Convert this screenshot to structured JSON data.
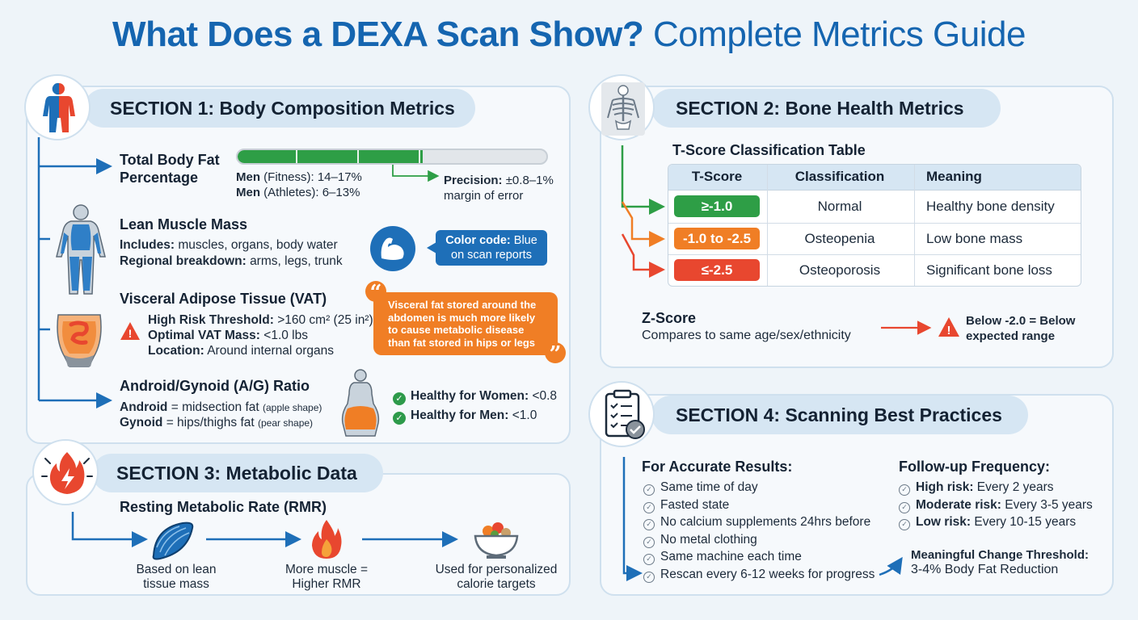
{
  "title": {
    "bold": "What Does a DEXA Scan Show?",
    "light": "Complete Metrics Guide"
  },
  "section1": {
    "heading": "SECTION 1: Body Composition Metrics",
    "body_fat": {
      "title_line1": "Total Body Fat",
      "title_line2": "Percentage",
      "progress": 0.6,
      "men_fitness_label": "Men",
      "men_fitness_value": "(Fitness): 14–17%",
      "men_athletes_label": "Men",
      "men_athletes_value": "(Athletes): 6–13%",
      "precision_label": "Precision:",
      "precision_value": "±0.8–1%",
      "precision_line2": "margin of error"
    },
    "lean": {
      "title": "Lean Muscle Mass",
      "includes_label": "Includes:",
      "includes_value": "muscles, organs, body water",
      "regional_label": "Regional breakdown:",
      "regional_value": "arms, legs, trunk",
      "color_code_label": "Color code:",
      "color_code_value": "Blue",
      "color_code_line2": "on scan reports"
    },
    "vat": {
      "title": "Visceral Adipose Tissue (VAT)",
      "threshold_label": "High Risk Threshold:",
      "threshold_value": ">160 cm² (25 in²)",
      "optimal_label": "Optimal VAT Mass:",
      "optimal_value": "<1.0 lbs",
      "location_label": "Location:",
      "location_value": "Around internal organs",
      "quote_line1": "Visceral fat stored around the",
      "quote_line2": "abdomen is much more likely",
      "quote_line3": "to cause metabolic disease",
      "quote_line4": "than fat stored in hips or legs"
    },
    "ag": {
      "title": "Android/Gynoid (A/G) Ratio",
      "android_label": "Android",
      "android_value": "= midsection fat",
      "android_note": "(apple shape)",
      "gynoid_label": "Gynoid",
      "gynoid_value": "= hips/thighs fat",
      "gynoid_note": "(pear shape)",
      "women_label": "Healthy for Women:",
      "women_value": "<0.8",
      "men_label": "Healthy for Men:",
      "men_value": "<1.0"
    }
  },
  "section2": {
    "heading": "SECTION 2: Bone Health Metrics",
    "table_title": "T-Score Classification Table",
    "columns": [
      "T-Score",
      "Classification",
      "Meaning"
    ],
    "rows": [
      {
        "score": "≥-1.0",
        "classification": "Normal",
        "meaning": "Healthy bone density",
        "color": "#2e9e46"
      },
      {
        "score": "-1.0 to -2.5",
        "classification": "Osteopenia",
        "meaning": "Low bone mass",
        "color": "#f07e25"
      },
      {
        "score": "≤-2.5",
        "classification": "Osteoporosis",
        "meaning": "Significant bone loss",
        "color": "#e8472f"
      }
    ],
    "zscore_title": "Z-Score",
    "zscore_desc": "Compares to same age/sex/ethnicity",
    "zscore_warn_line1": "Below -2.0 = Below",
    "zscore_warn_line2": "expected range"
  },
  "section3": {
    "heading": "SECTION 3: Metabolic Data",
    "rmr_title": "Resting Metabolic Rate (RMR)",
    "step1_line1": "Based on lean",
    "step1_line2": "tissue mass",
    "step2_line1": "More muscle =",
    "step2_line2": "Higher RMR",
    "step3_line1": "Used for personalized",
    "step3_line2": "calorie targets"
  },
  "section4": {
    "heading": "SECTION 4: Scanning Best Practices",
    "accurate_title": "For Accurate Results:",
    "accurate_items": [
      "Same time of day",
      "Fasted state",
      "No calcium supplements 24hrs before",
      "No metal clothing",
      "Same machine each time",
      "Rescan every 6-12 weeks for progress"
    ],
    "followup_title": "Follow-up Frequency:",
    "followup_items": [
      {
        "label": "High risk:",
        "value": "Every 2 years"
      },
      {
        "label": "Moderate risk:",
        "value": "Every 3-5 years"
      },
      {
        "label": "Low risk:",
        "value": "Every 10-15 years"
      }
    ],
    "change_title": "Meaningful Change Threshold:",
    "change_value": "3-4% Body Fat Reduction"
  },
  "colors": {
    "primary": "#1565b0",
    "green": "#2e9e46",
    "orange": "#f07e25",
    "red": "#e8472f",
    "blue_badge": "#1e6fb8"
  }
}
